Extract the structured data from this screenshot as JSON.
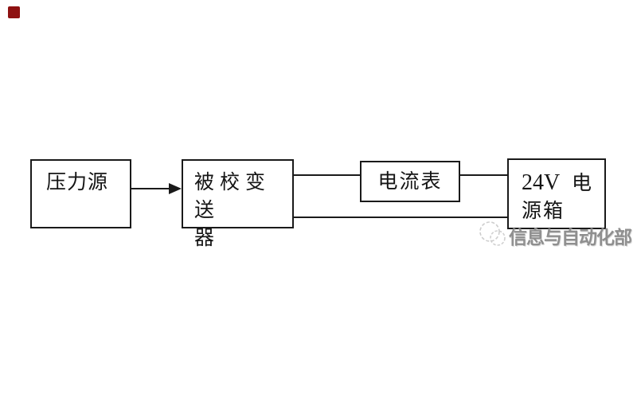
{
  "page": {
    "background_color": "#ffffff",
    "marker_color": "#8e1111",
    "line_color": "#1a1a1a",
    "text_color": "#151515"
  },
  "diagram": {
    "boxes": {
      "pressure_source": {
        "label": "压力源"
      },
      "transmitter": {
        "line1": "被校变送",
        "line2": "器"
      },
      "ammeter": {
        "label": "电流表"
      },
      "power_supply": {
        "line1_left": "24V",
        "line1_right": "电",
        "line2": "源箱"
      }
    },
    "connections": [
      {
        "from": "压力源",
        "to": "被校变送器",
        "style": "arrow"
      },
      {
        "from": "被校变送器",
        "to": "电流表",
        "style": "line"
      },
      {
        "from": "电流表",
        "to": "24V电源箱",
        "style": "line"
      },
      {
        "from": "被校变送器",
        "to": "24V电源箱",
        "style": "line"
      }
    ]
  },
  "watermark": {
    "text": "信息与自动化部",
    "color": "#8f8f8f",
    "logo": "sketched-double-circle"
  }
}
